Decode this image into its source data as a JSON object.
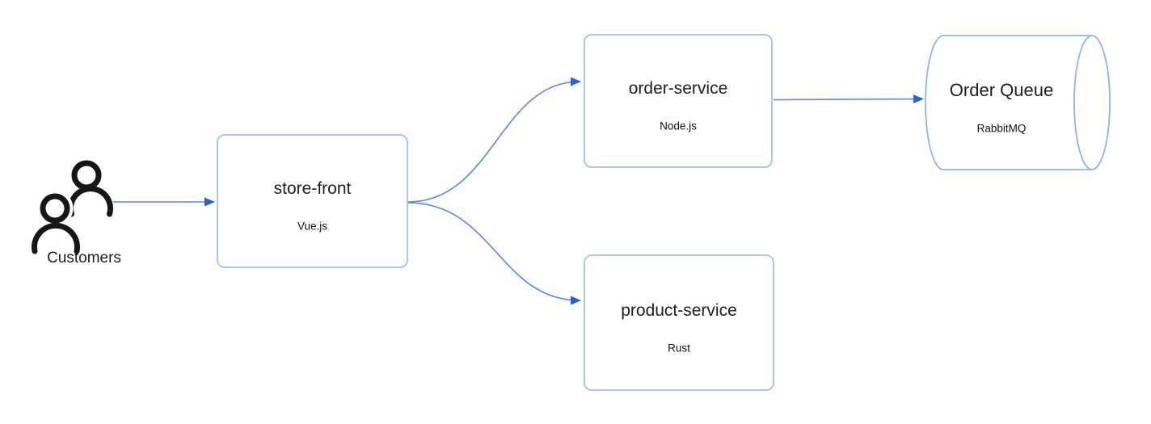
{
  "diagram": {
    "background": "#ffffff",
    "colors": {
      "box_border": "#a9c5f4",
      "cylinder_border": "#8fb2f0",
      "edge_line": "#5b85e8",
      "arrowhead": "#2b5fd9",
      "title_text": "#1f1f1f",
      "subtitle_text": "#111111",
      "icon": "#161616"
    },
    "actor": {
      "label": "Customers",
      "icon": "two-users-icon"
    },
    "nodes": [
      {
        "id": "store-front",
        "label": "store-front",
        "sublabel": "Vue.js",
        "shape": "rounded-rect"
      },
      {
        "id": "order-service",
        "label": "order-service",
        "sublabel": "Node.js",
        "shape": "rounded-rect"
      },
      {
        "id": "product-service",
        "label": "product-service",
        "sublabel": "Rust",
        "shape": "rounded-rect"
      },
      {
        "id": "order-queue",
        "label": "Order Queue",
        "sublabel": "RabbitMQ",
        "shape": "cylinder"
      }
    ],
    "edges": [
      {
        "from": "customers",
        "to": "store-front",
        "style": "straight-arrow"
      },
      {
        "from": "store-front",
        "to": "order-service",
        "style": "s-curve-arrow"
      },
      {
        "from": "store-front",
        "to": "product-service",
        "style": "s-curve-arrow"
      },
      {
        "from": "order-service",
        "to": "order-queue",
        "style": "straight-arrow"
      }
    ]
  }
}
